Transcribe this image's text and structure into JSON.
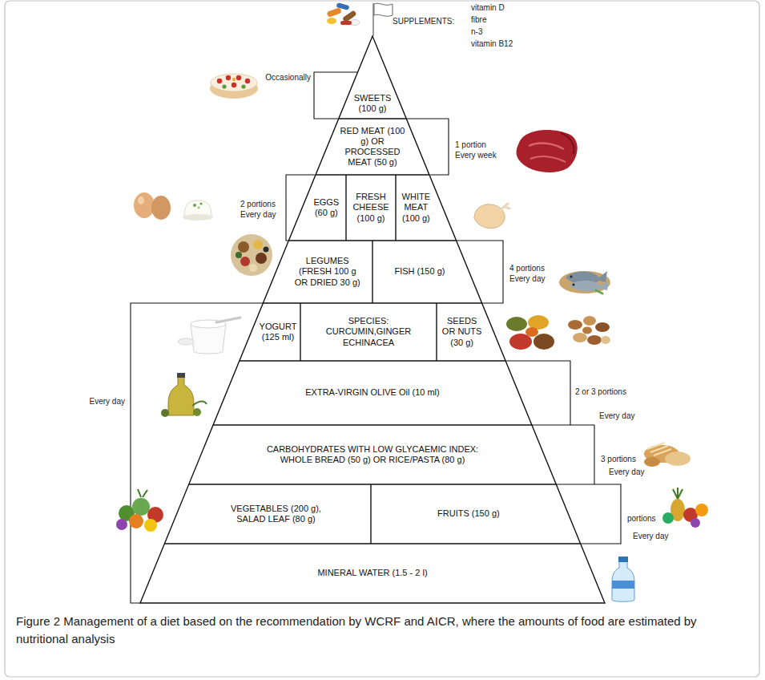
{
  "diagram": {
    "caption": "Figure 2 Management of a diet based on the recommendation by WCRF and AICR, where the amounts of food are estimated by nutritional analysis",
    "nodes": [
      {
        "text": [
          "SWEETS (100 g)"
        ]
      },
      {
        "text": [
          "RED MEAT (100 g) OR PROCESSED MEAT (50 g)"
        ]
      },
      {
        "text": [
          "EGGS (60 g)"
        ]
      },
      {
        "text": [
          "FRESH CHEESE (100 g)"
        ]
      },
      {
        "text": [
          "WHITE MEAT (100 g)"
        ]
      },
      {
        "text": [
          "LEGUMES (FRESH 100 g OR DRIED 30 g)"
        ]
      },
      {
        "text": [
          "FISH (150 g)"
        ]
      },
      {
        "text": [
          "YOGURT (125 ml)"
        ]
      },
      {
        "text": [
          "SPECIES: CURCUMIN,GINGER ECHINACEA"
        ]
      },
      {
        "text": [
          "SEEDS OR NUTS (30 g)"
        ]
      },
      {
        "text": [
          "EXTRA-VIRGIN OLIVE Oil (10 ml)"
        ]
      },
      {
        "text": [
          "CARBOHYDRATES WITH LOW GLYCAEMIC INDEX: WHOLE BREAD (50 g) OR RICE/PASTA (80 g)"
        ]
      },
      {
        "text": [
          "VEGETABLES (200 g), SALAD LEAF (80 g)"
        ]
      },
      {
        "text": [
          "FRUITS (150 g)"
        ]
      },
      {
        "text": [
          "MINERAL WATER (1.5 - 2 l)"
        ]
      }
    ],
    "labels": [
      "SUPPLEMENTS:",
      "vitamin D",
      "fibre",
      "n-3",
      "vitamin B12",
      "Occasionally",
      "1 portion Every week",
      "2 portions Every day",
      "4 portions Every day",
      "2 or 3 portions",
      "Every day",
      "3 portions",
      "Every day",
      "portions",
      "Every day",
      "Every day"
    ]
  }
}
